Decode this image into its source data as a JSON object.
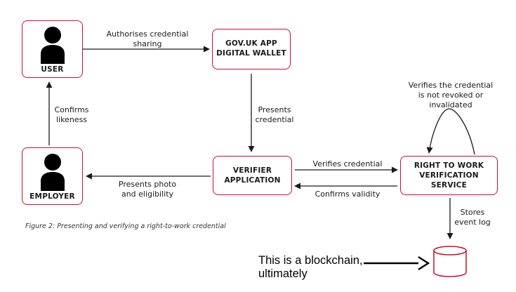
{
  "nodes": {
    "user": "USER",
    "wallet": "GOV.UK APP\nDIGITAL WALLET",
    "employer": "EMPLOYER",
    "verifier": "VERIFIER\nAPPLICATION",
    "service": "RIGHT TO WORK\nVERIFICATION\nSERVICE"
  },
  "edges": {
    "authorises": "Authorises credential\nsharing",
    "presents_credential": "Presents\ncredential",
    "confirms_likeness": "Confirms\nlikeness",
    "presents_photo": "Presents photo\nand eligibility",
    "verifies_credential": "Verifies credential",
    "confirms_validity": "Confirms validity",
    "verifies_not_revoked": "Verifies the credential\nis not revoked or\ninvalidated",
    "stores_event_log": "Stores\nevent log"
  },
  "caption": "Figure 2: Presenting and verifying a right-to-work credential",
  "annotation": "This is a blockchain,\nultimately",
  "icons": {
    "user": "person-icon",
    "employer": "person-icon",
    "database": "database-icon"
  },
  "colors": {
    "box_border": "#c8102e",
    "annotation_arrow": "#000000"
  }
}
